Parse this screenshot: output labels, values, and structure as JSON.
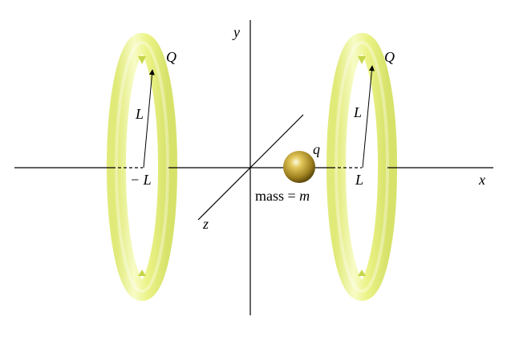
{
  "axes": {
    "x_label": "x",
    "y_label": "y",
    "z_label": "z"
  },
  "rings": {
    "left": {
      "charge_label": "Q",
      "radius_label": "L",
      "position_label": "− L"
    },
    "right": {
      "charge_label": "Q",
      "radius_label": "L",
      "position_label": "L"
    },
    "color": "#e9f27a"
  },
  "particle": {
    "charge_label": "q",
    "mass_prefix": "mass = ",
    "mass_symbol": "m",
    "color": "#c9a93a"
  }
}
